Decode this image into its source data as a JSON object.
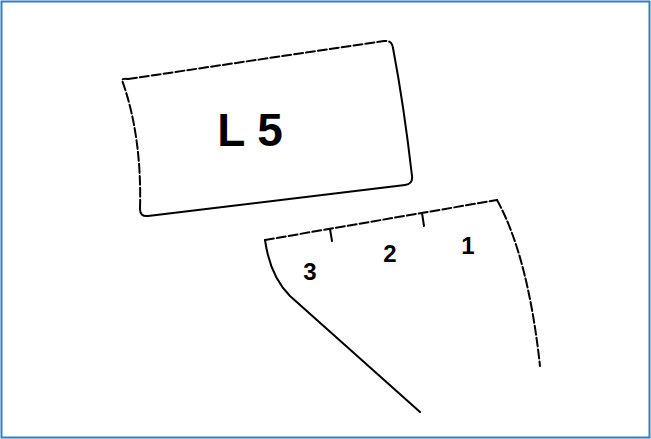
{
  "diagram": {
    "nodes": [
      {
        "text": [
          "L 5"
        ]
      },
      {
        "text": [
          "3",
          "2",
          "1"
        ]
      }
    ]
  }
}
